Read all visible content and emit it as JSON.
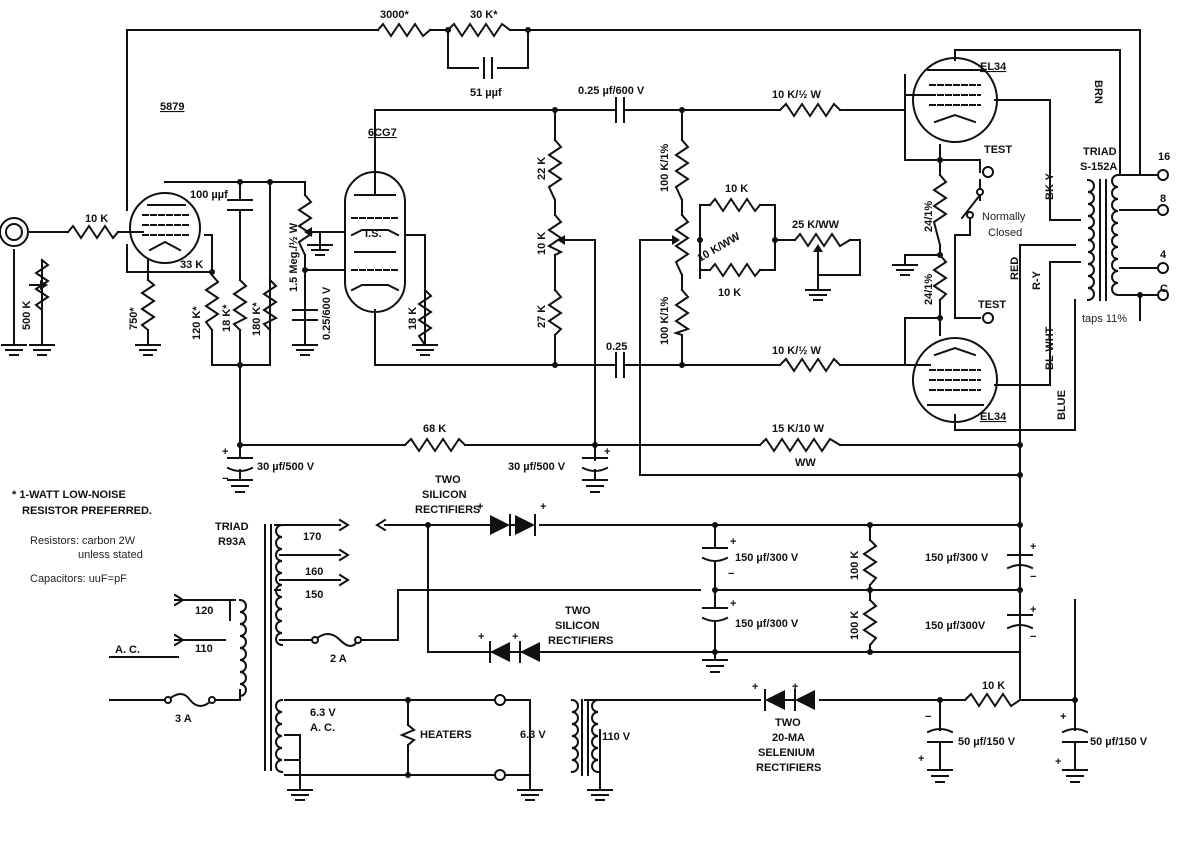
{
  "labels": {
    "r_3000": "3000*",
    "r_30k": "30 K*",
    "c_51": "51 µµf",
    "tube_5879": "5879",
    "c_025_600_top": "0.25 µf/600 V",
    "r_10k_half_top": "10 K/½ W",
    "tube_el34_top": "EL34",
    "brn": "BRN",
    "tube_6cg7": "6CG7",
    "c_100": "100 µµf",
    "r_15meg": "1.5 Meg./½ W",
    "r_22k": "22 K",
    "r_100k1_top": "100 K/1%",
    "r_10k_bal1": "10 K",
    "r_10k_ww": "10 K/WW",
    "r_10k_bal2": "10 K",
    "r_25k": "25 K/WW",
    "test_top": "TEST",
    "r_24_top": "24/1%",
    "normally_closed_1": "Normally",
    "normally_closed_2": "Closed",
    "r_24_bot": "24/1%",
    "test_bot": "TEST",
    "bk_y": "BK-Y",
    "triad_s152a_1": "TRIAD",
    "triad_s152a_2": "S-152A",
    "tap_16": "16",
    "tap_8": "8",
    "tap_4": "4",
    "tap_c": "C",
    "red": "RED",
    "r_y": "R-Y",
    "bl_wht": "BL-WHT",
    "taps": "taps 11%",
    "r_10k_in": "10 K",
    "r_500k": "500 K",
    "r_33k": "33 K",
    "r_750": "750*",
    "r_120k": "120 K*",
    "r_18k_a": "18 K*",
    "r_180k": "180 K*",
    "c_025_600_mid": "0.25/600 V",
    "ls": "I.S.",
    "r_18k_b": "18 K",
    "r_10k_pot": "10 K",
    "r_27k": "27 K",
    "r_100k1_bot": "100 K/1%",
    "c_025_bot": "0.25",
    "r_10k_half_bot": "10 K/½ W",
    "blue": "BLUE",
    "tube_el34_bot": "EL34",
    "r_68k": "68 K",
    "r_15k": "15 K/10 W",
    "ww": "WW",
    "c_30_left": "30 µf/500 V",
    "c_30_right": "30 µf/500 V",
    "note_star_1": "* 1-WATT LOW-NOISE",
    "note_star_2": "RESISTOR PREFERRED.",
    "note_resistors_1": "Resistors: carbon 2W",
    "note_resistors_2": "unless stated",
    "note_capacitors": "Capacitors: uuF=pF",
    "triad_r93a_1": "TRIAD",
    "triad_r93a_2": "R93A",
    "tap_170": "170",
    "tap_160": "160",
    "tap_150": "150",
    "tap_120": "120",
    "tap_110": "110",
    "ac": "A. C.",
    "fuse_2a": "2 A",
    "fuse_3a": "3 A",
    "two_si_top_1": "TWO",
    "two_si_top_2": "SILICON",
    "two_si_top_3": "RECTIFIERS",
    "two_si_bot_1": "TWO",
    "two_si_bot_2": "SILICON",
    "two_si_bot_3": "RECTIFIERS",
    "c_150_a": "150 µf/300 V",
    "c_150_b": "150 µf/300 V",
    "r_100k_a": "100 K",
    "r_100k_b": "100 K",
    "c_150_c": "150 µf/300 V",
    "c_150_d": "150 µf/300V",
    "v63_1": "6.3 V",
    "v63_2": "A. C.",
    "heaters": "HEATERS",
    "v63_3": "6.3 V",
    "v110": "110 V",
    "two_sel_1": "TWO",
    "two_sel_2": "20-MA",
    "two_sel_3": "SELENIUM",
    "two_sel_4": "RECTIFIERS",
    "r_10k_out": "10 K",
    "c_50_a": "50 µf/150 V",
    "c_50_b": "50 µf/150 V"
  }
}
